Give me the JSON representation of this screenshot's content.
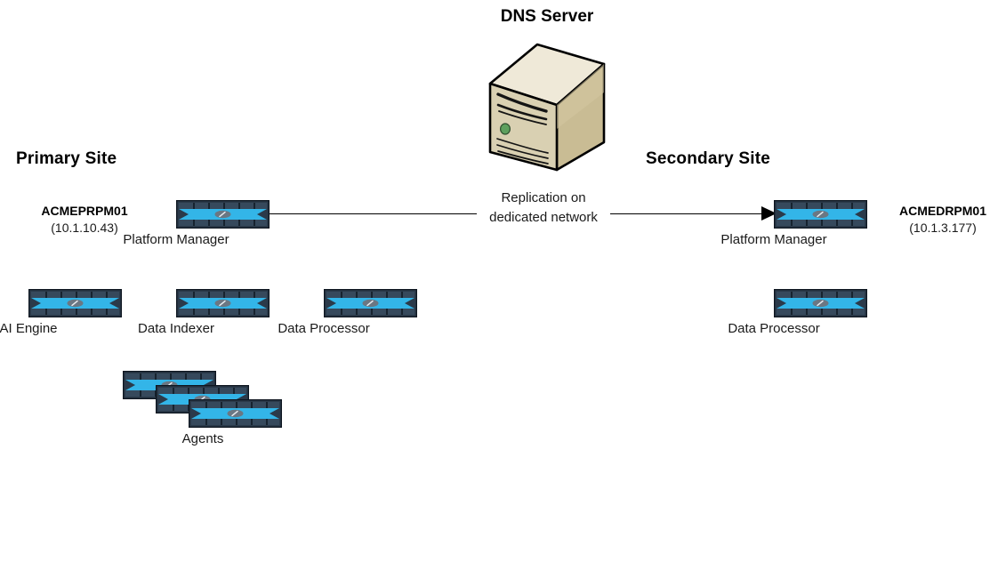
{
  "diagram": {
    "title": "DNS Server",
    "colors": {
      "site_fill": "#f2f2f2",
      "site_border": "#1b1b1b",
      "appliance_band": "#33b5e8",
      "appliance_frame": "#2b3a4a",
      "server_front": "#d8cfb0",
      "server_side": "#c3b68e",
      "server_top": "#efe9d8",
      "led": "#5ea05e",
      "line": "#000000"
    }
  },
  "dns_server": {
    "label": "DNS Server",
    "icon": "tower-server-icon"
  },
  "replication_link": {
    "label_line1": "Replication on",
    "label_line2": "dedicated network",
    "direction": "primary-to-secondary",
    "arrow": "arrowhead-right-icon"
  },
  "primary_site": {
    "title": "Primary Site",
    "host": {
      "name": "ACMEPRPM01",
      "ip": "(10.1.10.43)"
    },
    "nodes": [
      {
        "label": "Platform Manager",
        "icon": "network-appliance-icon"
      },
      {
        "label": "AI Engine",
        "icon": "network-appliance-icon"
      },
      {
        "label": "Data Indexer",
        "icon": "network-appliance-icon"
      },
      {
        "label": "Data Processor",
        "icon": "network-appliance-icon"
      }
    ],
    "agents": {
      "label": "Agents",
      "icon": "network-appliance-icon",
      "count": 3
    }
  },
  "secondary_site": {
    "title": "Secondary Site",
    "host": {
      "name": "ACMEDRPM01",
      "ip": "(10.1.3.177)"
    },
    "nodes": [
      {
        "label": "Platform Manager",
        "icon": "network-appliance-icon"
      },
      {
        "label": "Data Processor",
        "icon": "network-appliance-icon"
      }
    ]
  }
}
